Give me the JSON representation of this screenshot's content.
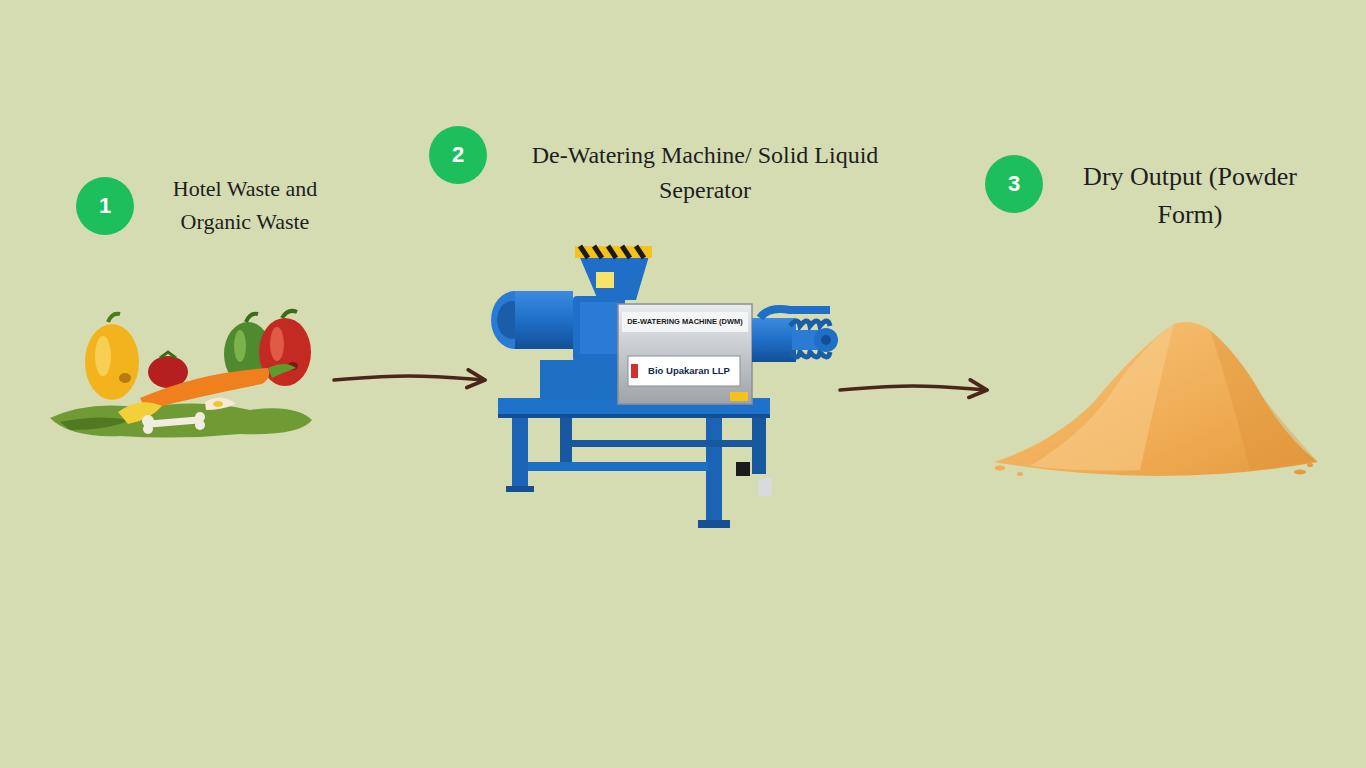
{
  "diagram": {
    "nodes": [
      {
        "text": [
          "1",
          "Hotel Waste and Organic Waste"
        ]
      },
      {
        "text": [
          "2",
          "De-Watering Machine/ Solid Liquid Seperator"
        ]
      },
      {
        "text": [
          "3",
          "Dry Output (Powder Form)"
        ]
      }
    ],
    "edges": [
      {
        "from": 0,
        "to": 1,
        "arrow": "to"
      },
      {
        "from": 1,
        "to": 2,
        "arrow": "to"
      }
    ],
    "labels": [
      "DE-WATERING MACHINE (DWM)",
      "Bio Upakaran LLP"
    ]
  }
}
